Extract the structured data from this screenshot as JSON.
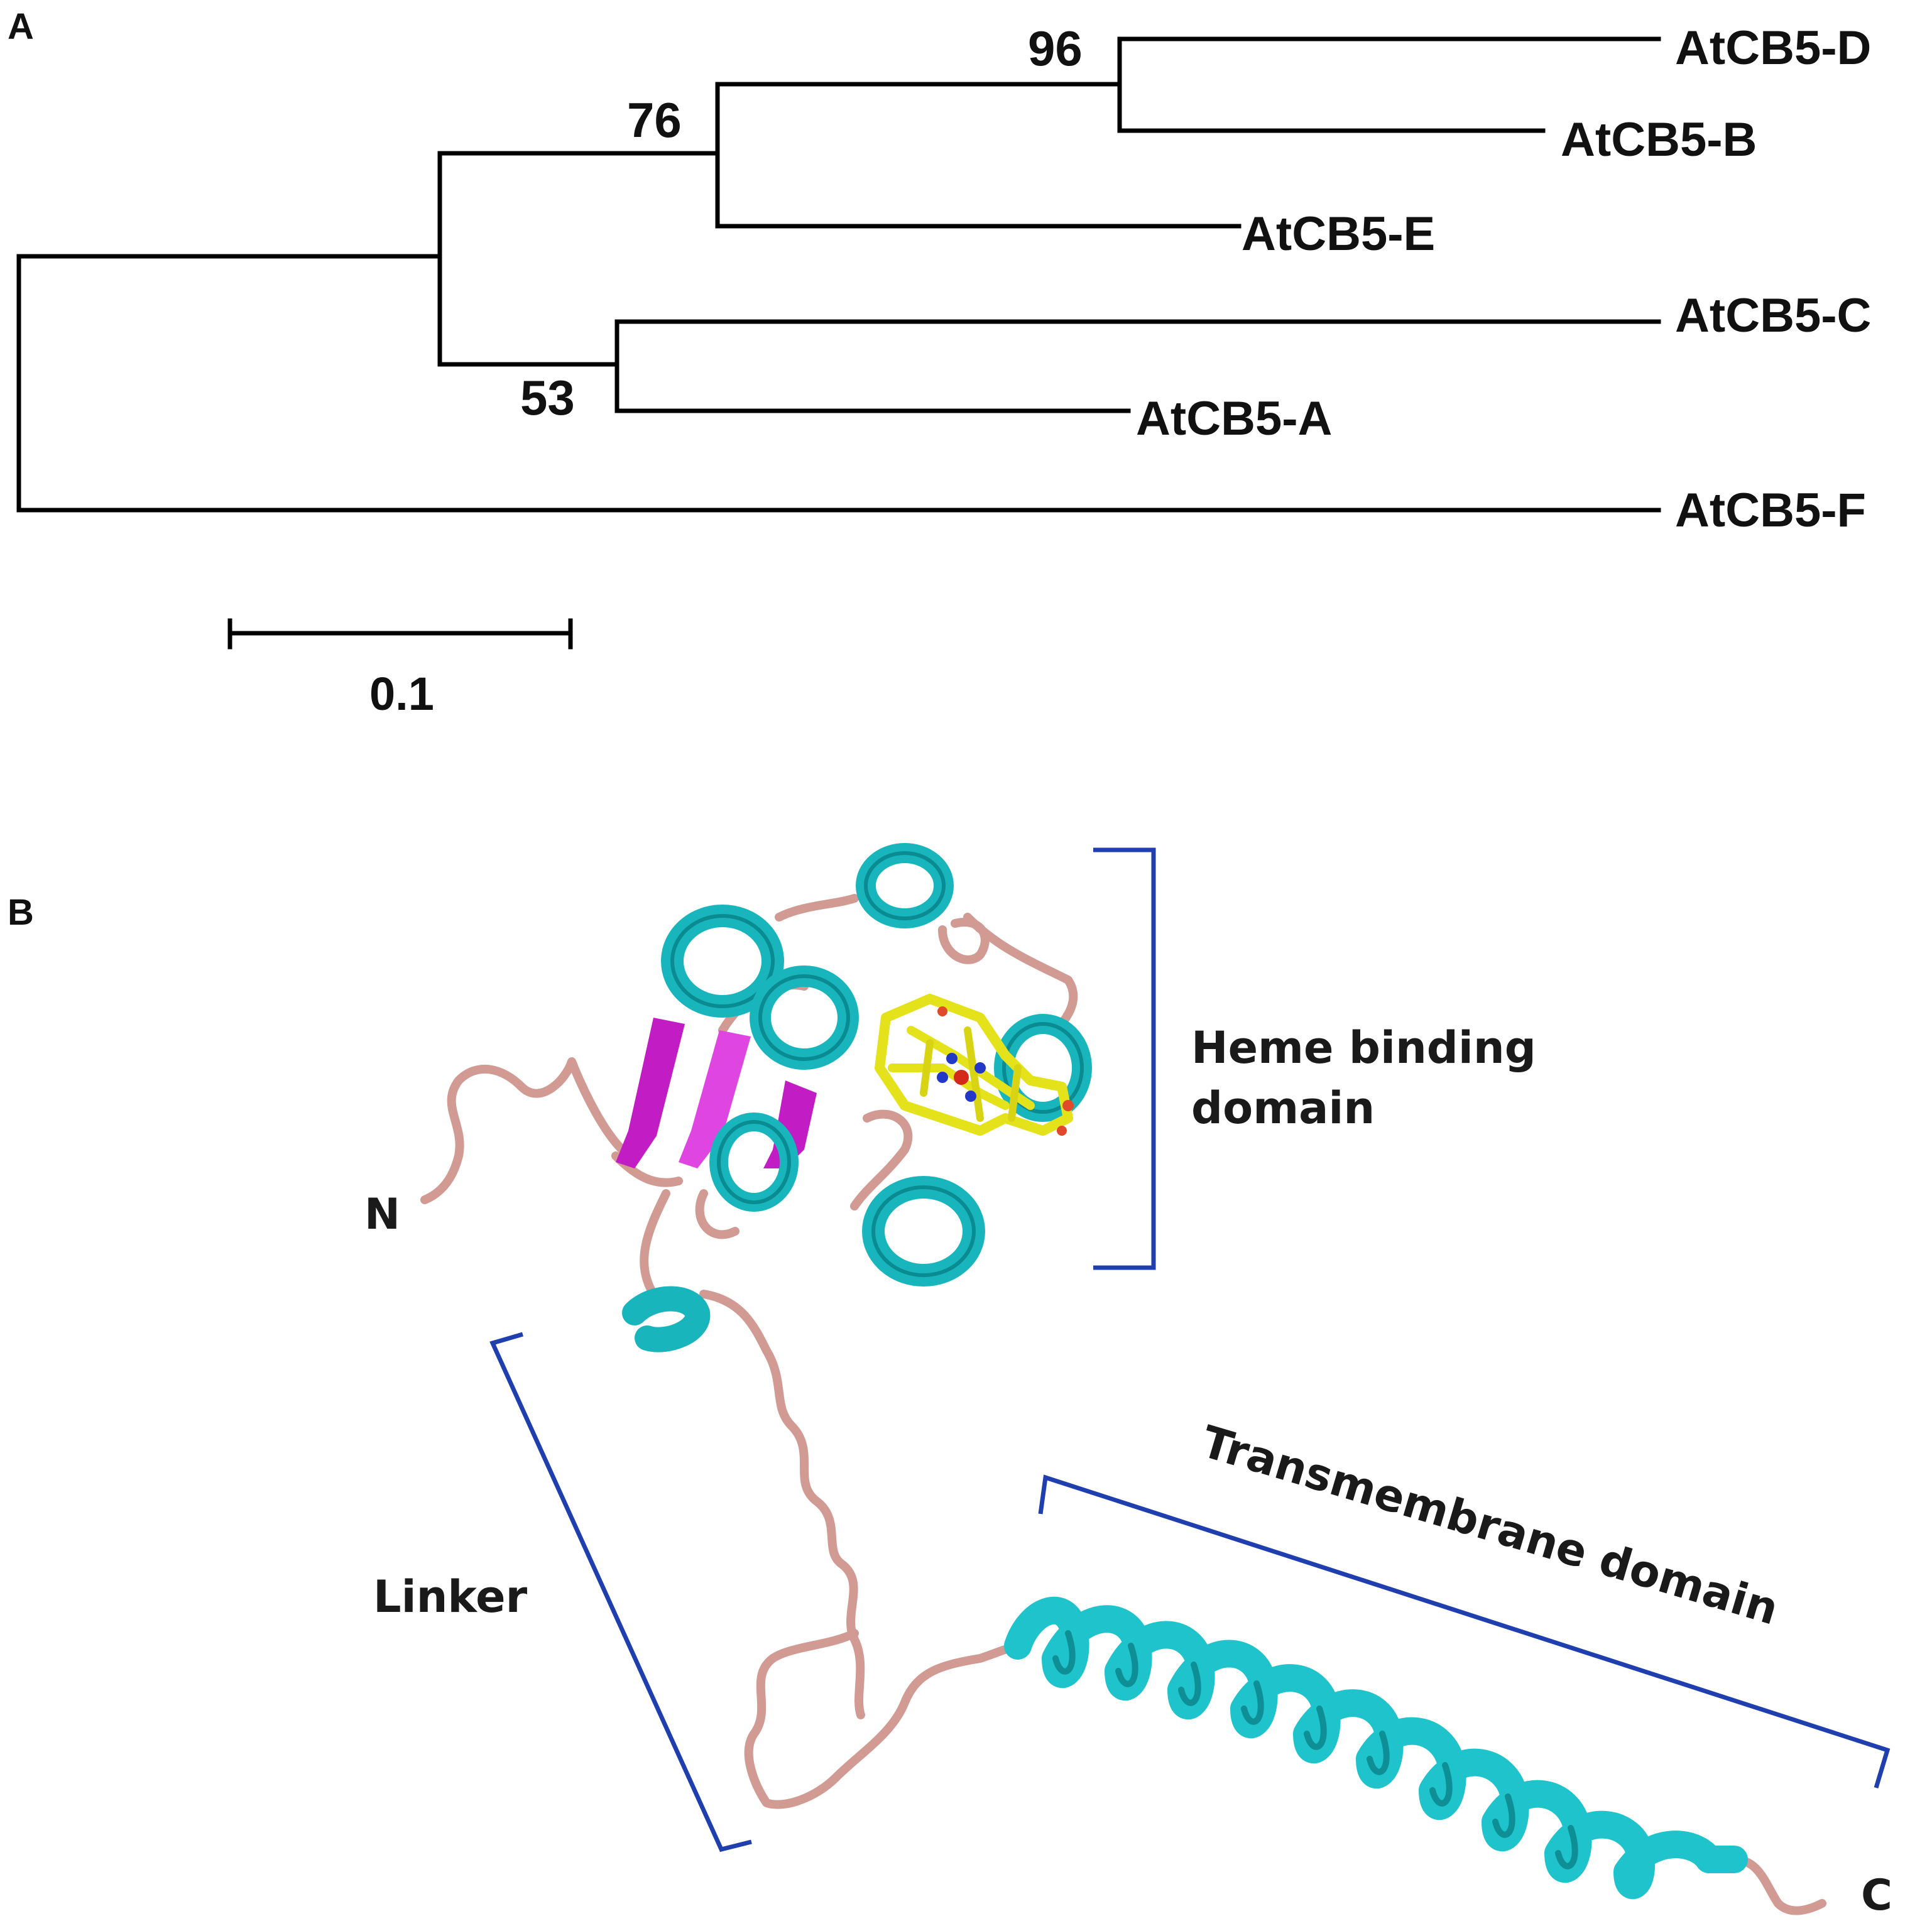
{
  "panel_a": {
    "label": "A",
    "leaves": [
      "AtCB5-D",
      "AtCB5-B",
      "AtCB5-E",
      "AtCB5-C",
      "AtCB5-A",
      "AtCB5-F"
    ],
    "bootstrap": [
      "96",
      "76",
      "53"
    ],
    "scale_bar": "0.1"
  },
  "panel_b": {
    "label": "B",
    "heme_domain": [
      "Heme binding",
      "domain"
    ],
    "linker": "Linker",
    "transmembrane": "Transmembrane domain",
    "n_term": "N",
    "c_term": "C"
  },
  "colors": {
    "helix": "#18b5bd",
    "strand": "#c21cc4",
    "coil": "#d19a93",
    "heme": "#e4e21a",
    "bracket": "#1f3fae"
  }
}
